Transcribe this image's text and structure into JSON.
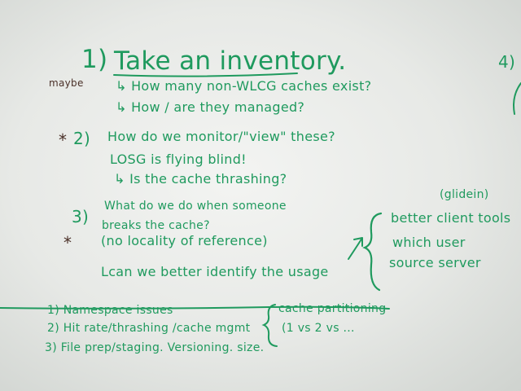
{
  "colors": {
    "green_ink": "#1f9a5e",
    "dark_ink": "#4a3028"
  },
  "notes": {
    "item1": {
      "num": "1)",
      "title": "Take an inventory.",
      "sub1": "↳ How many non-WLCG caches exist?",
      "sub2": "↳ How / are they managed?",
      "margin_note": "maybe"
    },
    "item2": {
      "star": "*",
      "num": "2)",
      "title": "How do we monitor/\"view\" these?",
      "sub1": "LOSG is flying blind!",
      "sub2": "↳ Is the cache thrashing?"
    },
    "item3": {
      "star": "*",
      "num": "3)",
      "line1": "What do we do when someone",
      "line2": "breaks the cache?",
      "line3": "(no locality of reference)",
      "line4": "Lcan we better identify the usage"
    },
    "item4": {
      "num": "4)"
    },
    "right": {
      "glidein": "(glidein)",
      "line1": "better client tools",
      "line2": "which user",
      "line3": "source server"
    },
    "bottom": {
      "l1": "1) Namespace issues",
      "l2": "2) Hit rate/thrashing /cache mgmt",
      "l3": "3) File prep/staging. Versioning. size.",
      "cp1": "cache partitioning",
      "cp2": "(1 vs 2 vs ..."
    }
  }
}
